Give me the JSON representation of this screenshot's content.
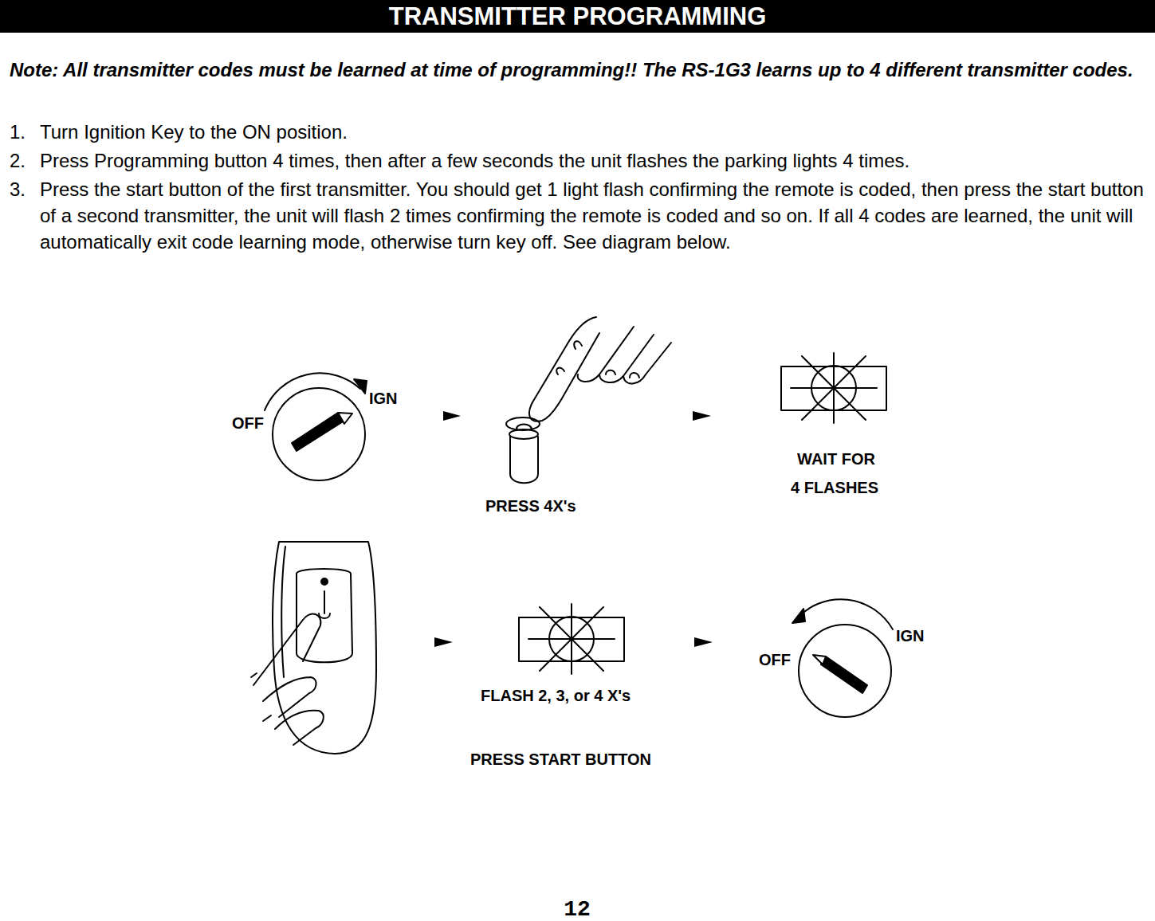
{
  "diagram": {
    "title": "TRANSMITTER PROGRAMMING",
    "labels": [
      "Note:  All transmitter codes must be learned at time of programming!!  The RS-1G3 learns up to 4 different transmitter codes.",
      "1.",
      "Turn Ignition Key to the ON position.",
      "2.",
      "Press Programming button 4 times, then after a few seconds the unit flashes the parking lights 4 times.",
      "3.",
      "Press the start button of the first transmitter. You should get 1 light flash confirming the remote is coded, then press the start button of a second transmitter, the unit will flash 2 times confirming the remote is coded and so on.  If all 4 codes are learned, the unit will automatically exit code learning mode, otherwise turn key off.  See diagram below.",
      "OFF",
      "IGN",
      "PRESS 4X's",
      "WAIT FOR",
      "4 FLASHES",
      "FLASH 2, 3, or 4 X's",
      "IGN",
      "OFF",
      "PRESS START BUTTON",
      "12"
    ]
  }
}
